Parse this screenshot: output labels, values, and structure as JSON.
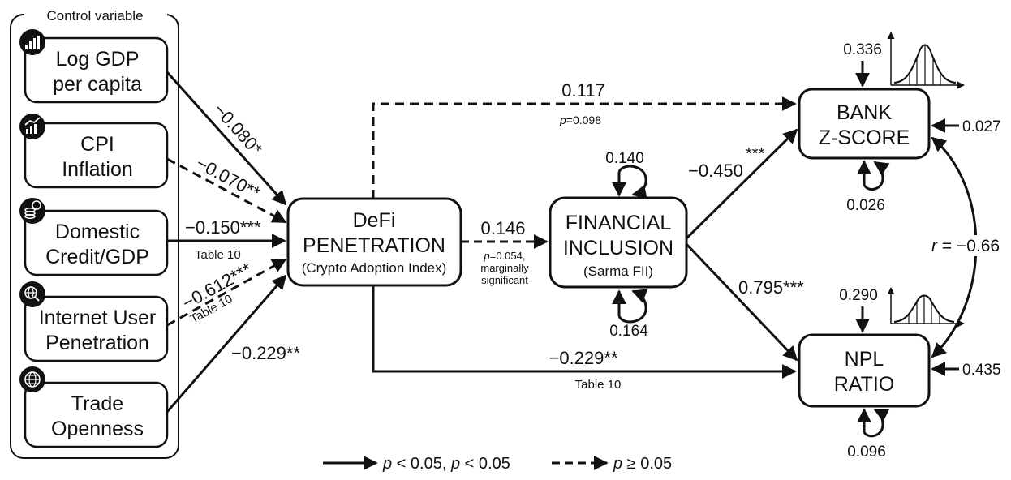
{
  "control_group": {
    "title": "Control variable"
  },
  "controls": [
    {
      "line1": "Log GDP",
      "line2": "per capita",
      "icon": "bar-chart-icon"
    },
    {
      "line1": "CPI",
      "line2": "Inflation",
      "icon": "line-chart-icon"
    },
    {
      "line1": "Domestic",
      "line2": "Credit/GDP",
      "icon": "coins-icon"
    },
    {
      "line1": "Internet User",
      "line2": "Penetration",
      "icon": "globe-search-icon"
    },
    {
      "line1": "Trade",
      "line2": "Openness",
      "icon": "globe-icon"
    }
  ],
  "nodes": {
    "defi": {
      "line1": "DeFi",
      "line2": "PENETRATION",
      "sub": "(Crypto Adoption Index)"
    },
    "fin": {
      "line1": "FINANCIAL",
      "line2": "INCLUSION",
      "sub": "(Sarma FII)"
    },
    "bank": {
      "line1": "BANK",
      "line2": "Z-SCORE"
    },
    "npl": {
      "line1": "NPL",
      "line2": "RATIO"
    }
  },
  "paths": {
    "gdp_defi": {
      "coef": "−0.080*",
      "significant": true
    },
    "cpi_defi": {
      "coef": "−0.070**",
      "significant": false
    },
    "credit_defi": {
      "coef": "−0.150***",
      "note": "Table 10",
      "significant": true
    },
    "internet_defi": {
      "coef": "−0.612***",
      "note": "Table 10",
      "significant": false
    },
    "trade_defi": {
      "coef": "−0.229**",
      "significant": true
    },
    "defi_bank": {
      "coef": "0.117",
      "p": "p",
      "p_value": "=0.098",
      "significant": false
    },
    "defi_fin": {
      "coef": "0.146",
      "p": "p",
      "p_value": "=0.054,",
      "note1": "marginally",
      "note2": "significant",
      "significant": false
    },
    "defi_npl": {
      "coef": "−0.229**",
      "note": "Table 10",
      "significant": true
    },
    "fin_bank": {
      "coef": "−0.450",
      "stars": "***",
      "significant": true
    },
    "fin_npl": {
      "coef": "0.795***",
      "significant": true
    }
  },
  "self_loops": {
    "fin_top": "0.140",
    "fin_bottom": "0.164",
    "bank": "0.026",
    "npl": "0.096"
  },
  "errors": {
    "bank_top": "0.336",
    "bank_right": "0.027",
    "npl_top": "0.290",
    "npl_right": "0.435"
  },
  "correlation": {
    "r": "r",
    "value": " = −0.66"
  },
  "legend": {
    "solid_p": "p",
    "solid_text": " < 0.05, ",
    "solid_p2": "p",
    "solid_text2": " < 0.05",
    "dashed_p": "p",
    "dashed_text": " ≥ 0.05"
  },
  "colors": {
    "line": "#111111",
    "box_border": "#111111",
    "icon_bg": "#111111"
  }
}
